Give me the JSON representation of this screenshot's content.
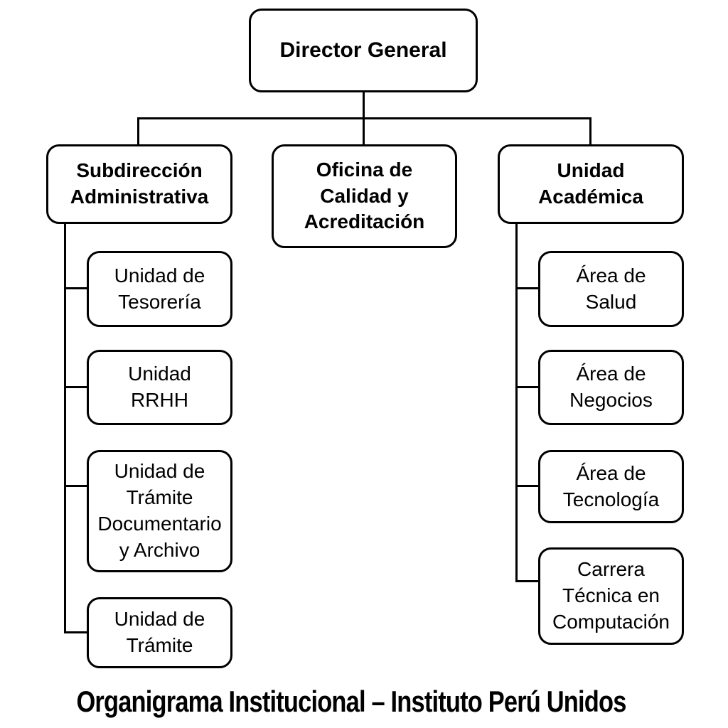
{
  "org": {
    "root": {
      "label": "Director General"
    },
    "branches": {
      "administrativa": {
        "label": "Subdirección\nAdministrativa",
        "children": [
          {
            "label": "Unidad de\nTesorería"
          },
          {
            "label": "Unidad\nRRHH"
          },
          {
            "label": "Unidad de\nTrámite\nDocumentario\ny Archivo"
          },
          {
            "label": "Unidad de\nTrámite"
          }
        ]
      },
      "calidad": {
        "label": "Oficina de\nCalidad y\nAcreditación",
        "children": []
      },
      "academica": {
        "label": "Unidad\nAcadémica",
        "children": [
          {
            "label": "Área de\nSalud"
          },
          {
            "label": "Área de\nNegocios"
          },
          {
            "label": "Área de\nTecnología"
          },
          {
            "label": "Carrera\nTécnica en\nComputación"
          }
        ]
      }
    },
    "caption": "Organigrama Institucional – Instituto Perú Unidos"
  },
  "colors": {
    "background": "#ffffff",
    "box_fill": "#ffffff",
    "box_border": "#000000",
    "line": "#000000",
    "text": "#000000"
  }
}
